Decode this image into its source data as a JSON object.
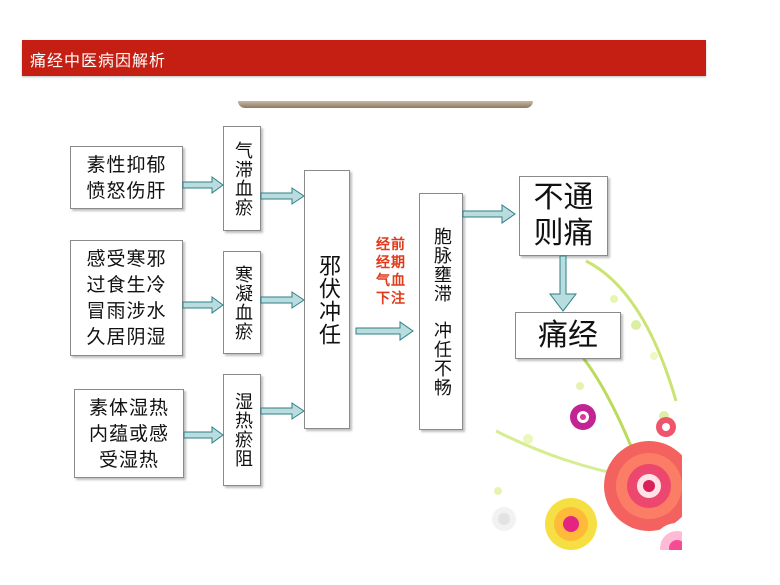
{
  "title": "痛经中医病因解析",
  "causes": [
    {
      "line1": "素性抑郁",
      "line2": "愤怒伤肝"
    },
    {
      "line1": "感受寒邪",
      "line2": "过食生冷",
      "line3": "冒雨涉水",
      "line4": "久居阴湿"
    },
    {
      "line1": "素体湿热",
      "line2": "内蕴或感",
      "line3": "受湿热"
    }
  ],
  "mechanisms": [
    "气滞血瘀",
    "寒凝血瘀",
    "湿热瘀阻"
  ],
  "central": "邪伏冲任",
  "note": {
    "line1": "经前",
    "line2": "经期",
    "line3": "气血",
    "line4": "下注"
  },
  "pathology": {
    "line1": "胞脉壅滞",
    "line2": "冲任不畅"
  },
  "pain_cause": {
    "line1": "不通",
    "line2": "则痛"
  },
  "result": "痛经",
  "colors": {
    "title_bar": "#c51f14",
    "arrow_fill": "#b9ddde",
    "arrow_stroke": "#2e7f88",
    "note_text": "#e03a1a"
  }
}
